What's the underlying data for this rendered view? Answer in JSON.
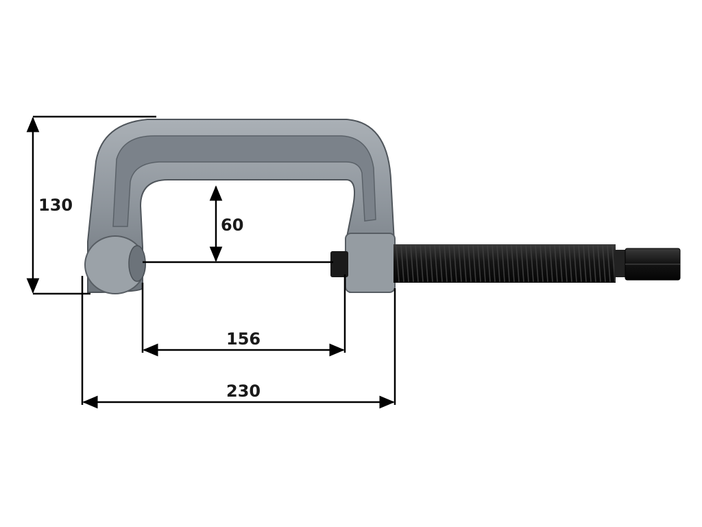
{
  "dimensions": {
    "overall_height": "130",
    "throat_depth": "60",
    "inner_opening": "156",
    "overall_width": "230"
  },
  "colors": {
    "frame": "#8e959c",
    "frame_dark": "#5c636a",
    "frame_light": "#b3b9be",
    "screw": "#141414",
    "dimension_line": "#000000",
    "background": "#ffffff"
  }
}
